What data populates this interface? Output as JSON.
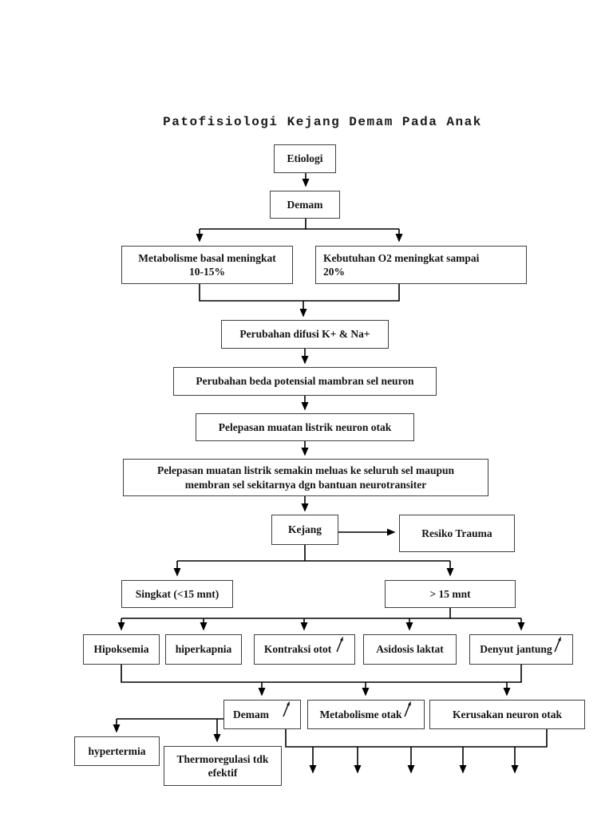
{
  "title": "Patofisiologi Kejang Demam Pada Anak",
  "colors": {
    "background": "#ffffff",
    "line": "#000000",
    "box_border": "#3f3f3f",
    "text": "#141414"
  },
  "icons": {
    "increase_arrow": "↗"
  },
  "nodes": {
    "etiologi": {
      "lines": [
        "Etiologi"
      ]
    },
    "demam": {
      "lines": [
        "Demam"
      ]
    },
    "metabolisme_basal": {
      "lines": [
        "Metabolisme basal meningkat",
        "10-15%"
      ]
    },
    "kebutuhan_o2": {
      "lines": [
        "Kebutuhan O2 meningkat sampai",
        "20%"
      ]
    },
    "perubahan_difusi": {
      "lines": [
        "Perubahan difusi K+ & Na+"
      ]
    },
    "perubahan_potensial": {
      "lines": [
        "Perubahan beda potensial mambran sel neuron"
      ]
    },
    "pelepasan_listrik": {
      "lines": [
        "Pelepasan muatan listrik neuron otak"
      ]
    },
    "pelepasan_meluas": {
      "lines": [
        "Pelepasan muatan listrik semakin meluas ke seluruh sel maupun",
        "membran sel sekitarnya dgn bantuan neurotransiter"
      ]
    },
    "kejang": {
      "lines": [
        "Kejang"
      ]
    },
    "resiko_trauma": {
      "lines": [
        "Resiko Trauma"
      ]
    },
    "singkat": {
      "lines": [
        "Singkat (<15 mnt)"
      ]
    },
    "lebih_15_mnt": {
      "lines": [
        "> 15 mnt"
      ]
    },
    "hipoksemia": {
      "lines": [
        "Hipoksemia"
      ]
    },
    "hiperkapnia": {
      "lines": [
        "hiperkapnia"
      ]
    },
    "kontraksi_otot": {
      "lines": [
        "Kontraksi otot"
      ],
      "increase": true
    },
    "asidosis_laktat": {
      "lines": [
        "Asidosis laktat"
      ]
    },
    "denyut_jantung": {
      "lines": [
        "Denyut jantung"
      ],
      "increase": true
    },
    "demam_meningkat": {
      "lines": [
        "Demam"
      ],
      "increase": true
    },
    "metabolisme_otak": {
      "lines": [
        "Metabolisme otak"
      ],
      "increase": true
    },
    "kerusakan_neuron": {
      "lines": [
        "Kerusakan neuron otak"
      ]
    },
    "hypertermia": {
      "lines": [
        "hypertermia"
      ]
    },
    "thermoregulasi": {
      "lines": [
        "Thermoregulasi tdk",
        "efektif"
      ]
    }
  }
}
